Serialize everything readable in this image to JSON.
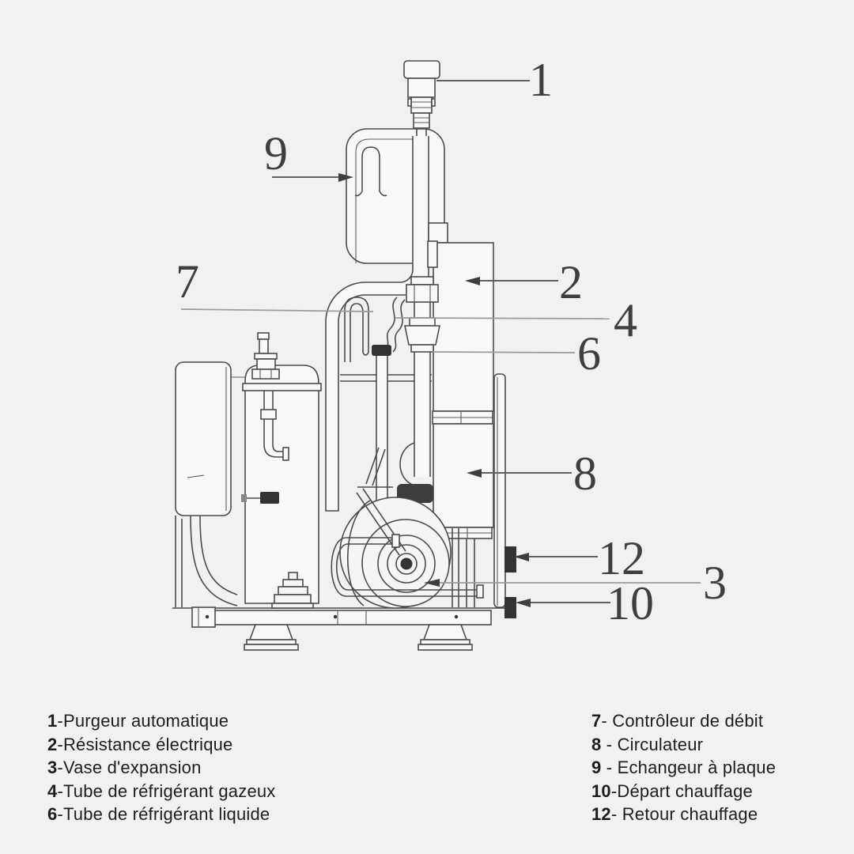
{
  "callouts": [
    {
      "id": "1"
    },
    {
      "id": "9"
    },
    {
      "id": "7"
    },
    {
      "id": "2"
    },
    {
      "id": "4"
    },
    {
      "id": "6"
    },
    {
      "id": "8"
    },
    {
      "id": "12"
    },
    {
      "id": "3"
    },
    {
      "id": "10"
    }
  ],
  "legend": {
    "left": [
      {
        "num": "1",
        "label": "-Purgeur automatique"
      },
      {
        "num": "2",
        "label": "-Résistance électrique"
      },
      {
        "num": "3",
        "label": "-Vase d'expansion"
      },
      {
        "num": "4",
        "label": "-Tube de réfrigérant gazeux"
      },
      {
        "num": "6",
        "label": "-Tube de réfrigérant liquide"
      }
    ],
    "right": [
      {
        "num": "7",
        "label": "- Contrôleur de débit"
      },
      {
        "num": "8",
        "label": " - Circulateur"
      },
      {
        "num": "9",
        "label": " - Echangeur à plaque"
      },
      {
        "num": "10",
        "label": "-Départ chauffage"
      },
      {
        "num": "12",
        "label": "- Retour chauffage"
      }
    ]
  },
  "colors": {
    "background": "#f1f1f2",
    "line": "#4b4b4b",
    "callout_line": "#9a9a9a",
    "text": "#1d1d1d"
  }
}
